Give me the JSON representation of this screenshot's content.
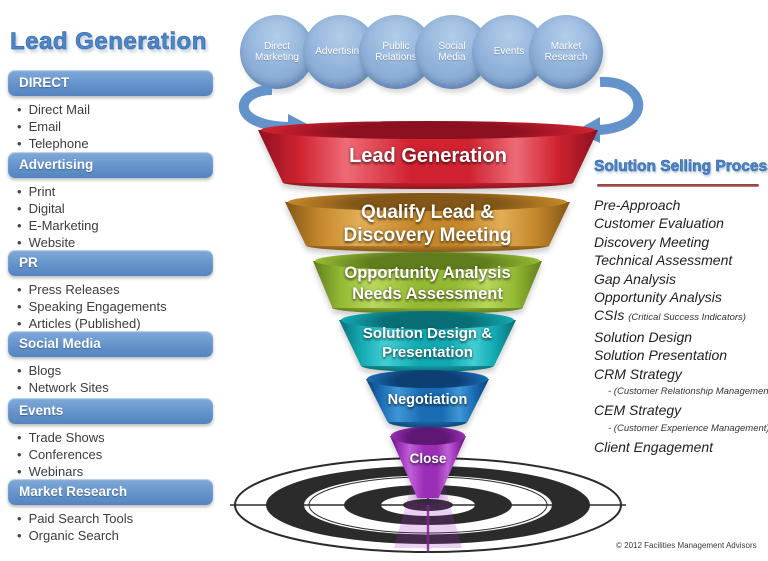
{
  "title": "Lead Generation",
  "sidebar": {
    "sections": [
      {
        "label": "DIRECT",
        "items": [
          "Direct Mail",
          "Email",
          "Telephone"
        ]
      },
      {
        "label": "Advertising",
        "items": [
          "Print",
          "Digital",
          "E-Marketing",
          "Website"
        ]
      },
      {
        "label": "PR",
        "items": [
          "Press Releases",
          "Speaking Engagements",
          "Articles (Published)"
        ]
      },
      {
        "label": "Social Media",
        "items": [
          "Blogs",
          "Network Sites"
        ]
      },
      {
        "label": "Events",
        "items": [
          "Trade Shows",
          "Conferences",
          "Webinars"
        ]
      },
      {
        "label": "Market Research",
        "items": [
          "Paid Search Tools",
          "Organic Search"
        ]
      }
    ],
    "theme": {
      "color": "#6493cb",
      "light": "#82aad9",
      "dark": "#5585c0"
    }
  },
  "sources": {
    "circles": [
      {
        "lines": [
          "Direct",
          "Marketing"
        ]
      },
      {
        "lines": [
          "Advertising",
          ""
        ]
      },
      {
        "lines": [
          "Public",
          "Relations"
        ]
      },
      {
        "lines": [
          "Social",
          "Media"
        ]
      },
      {
        "lines": [
          "Events",
          ""
        ]
      },
      {
        "lines": [
          "Market",
          "Research"
        ]
      }
    ],
    "theme": {
      "color": "#8fb1d9",
      "light": "#b3cdea",
      "dark": "#7093c2"
    }
  },
  "arrows": {
    "theme": {
      "color": "#6493cb"
    }
  },
  "funnel": {
    "stages": [
      {
        "lines": [
          "Lead Generation",
          ""
        ],
        "theme": {
          "color": "#d02230",
          "light": "#ee6b76",
          "dark": "#8c1020"
        }
      },
      {
        "lines": [
          "Qualify Lead &",
          "Discovery Meeting"
        ],
        "theme": {
          "color": "#c5872b",
          "light": "#e2ad55",
          "dark": "#815617"
        }
      },
      {
        "lines": [
          "Opportunity Analysis",
          "Needs Assessment"
        ],
        "theme": {
          "color": "#94b933",
          "light": "#b9d85c",
          "dark": "#5f7d1d"
        }
      },
      {
        "lines": [
          "Solution Design &",
          "Presentation"
        ],
        "theme": {
          "color": "#12a9b2",
          "light": "#43ced4",
          "dark": "#0a6e76"
        }
      },
      {
        "lines": [
          "Negotiation",
          ""
        ],
        "theme": {
          "color": "#1a6cb3",
          "light": "#3e97d6",
          "dark": "#0d3f74"
        }
      },
      {
        "lines": [
          "Close",
          ""
        ],
        "theme": {
          "color": "#9a2fb5",
          "light": "#c05fd8",
          "dark": "#5e1775"
        }
      }
    ]
  },
  "target": {
    "theme": {
      "ring": "#2b2b2b",
      "glow": "#a02cc0"
    }
  },
  "process": {
    "title": "Solution Selling Process",
    "underline": {
      "theme": {
        "color": "#a4504e"
      }
    },
    "items": [
      {
        "text": "Pre-Approach"
      },
      {
        "text": "Customer Evaluation"
      },
      {
        "text": "Discovery Meeting"
      },
      {
        "text": "Technical Assessment"
      },
      {
        "text": "Gap Analysis"
      },
      {
        "text": "Opportunity Analysis"
      },
      {
        "text": "CSIs ",
        "note": "(Critical Success Indicators)"
      },
      {
        "text": "Solution Design"
      },
      {
        "text": "Solution Presentation"
      },
      {
        "text": "CRM Strategy"
      },
      {
        "text": "-  (Customer Relationship Management)",
        "sub": true
      },
      {
        "text": "CEM Strategy"
      },
      {
        "text": "-  (Customer Experience Management)",
        "sub": true
      },
      {
        "text": "Client Engagement"
      }
    ]
  },
  "footer": {
    "copyright": "© 2012 Facilities Management Advisors"
  }
}
